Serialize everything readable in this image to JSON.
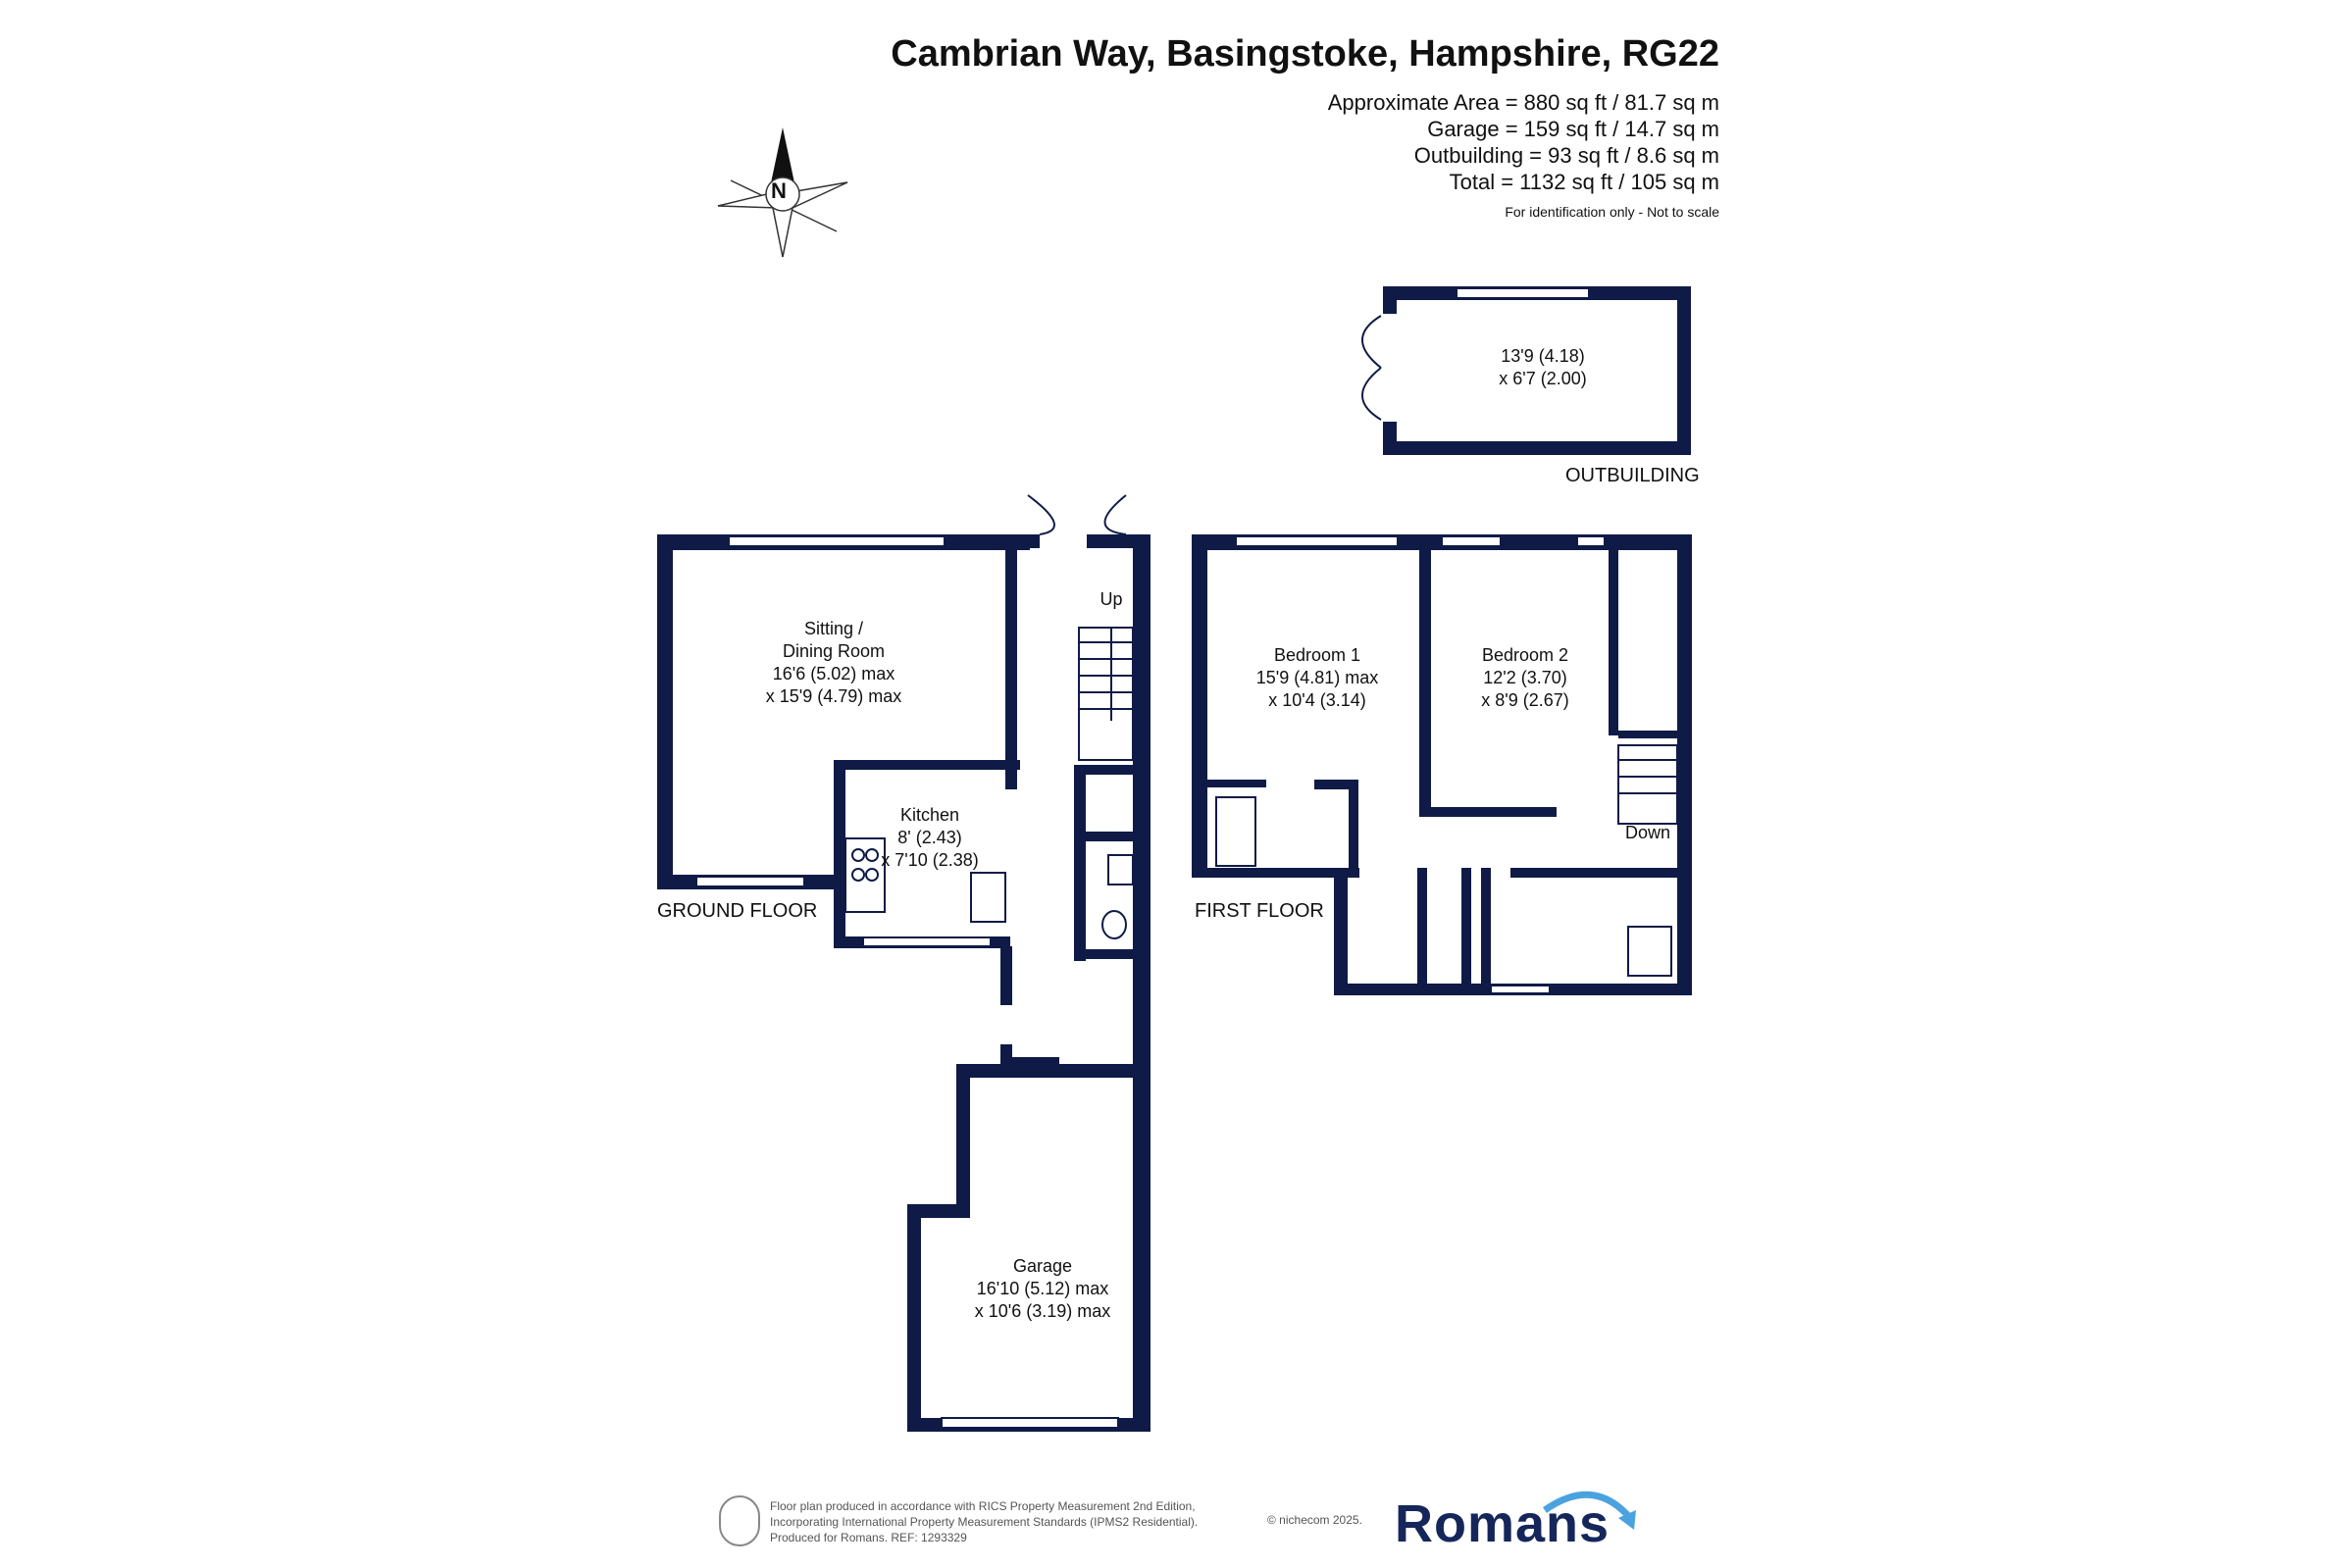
{
  "header": {
    "title": "Cambrian Way, Basingstoke, Hampshire, RG22",
    "areas": [
      "Approximate Area = 880 sq ft / 81.7 sq m",
      "Garage = 159 sq ft / 14.7 sq m",
      "Outbuilding = 93 sq ft / 8.6 sq m",
      "Total = 1132 sq ft / 105 sq m"
    ],
    "note": "For identification only - Not to scale"
  },
  "compass": {
    "letter": "N",
    "icon": "compass-rose-icon"
  },
  "floors": {
    "ground": "GROUND FLOOR",
    "first": "FIRST FLOOR",
    "outbuilding": "OUTBUILDING"
  },
  "rooms": {
    "sitting": [
      "Sitting /",
      "Dining Room",
      "16'6 (5.02) max",
      "x 15'9 (4.79) max"
    ],
    "kitchen": [
      "Kitchen",
      "8' (2.43)",
      "x 7'10 (2.38)"
    ],
    "garage": [
      "Garage",
      "16'10 (5.12) max",
      "x 10'6 (3.19) max"
    ],
    "bedroom1": [
      "Bedroom 1",
      "15'9 (4.81) max",
      "x 10'4 (3.14)"
    ],
    "bedroom2": [
      "Bedroom 2",
      "12'2 (3.70)",
      "x 8'9 (2.67)"
    ],
    "outbuilding": [
      "13'9 (4.18)",
      "x 6'7 (2.00)"
    ]
  },
  "stairs": {
    "up": "Up",
    "down": "Down"
  },
  "footer": {
    "lines": [
      "Floor plan produced in accordance with RICS Property Measurement 2nd Edition,",
      "Incorporating International Property Measurement Standards (IPMS2 Residential).",
      "Produced for Romans.    REF: 1293329"
    ],
    "copyright": "© nichecom 2025.",
    "brand": "Romans"
  },
  "colors": {
    "wall": "#0f1b46",
    "brand": "#15265a",
    "accent": "#4aa3df"
  }
}
